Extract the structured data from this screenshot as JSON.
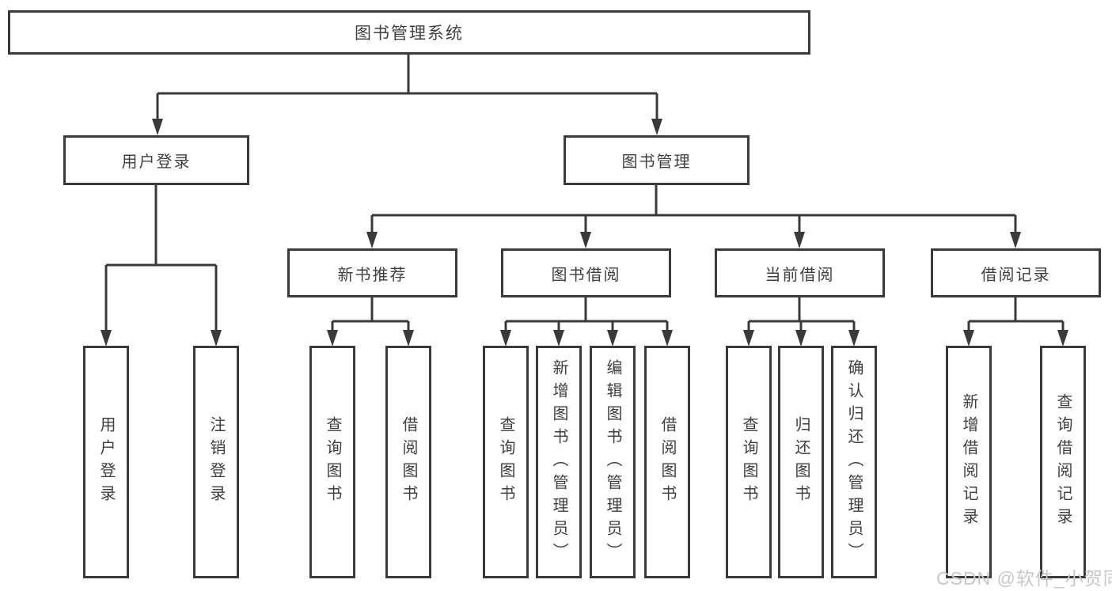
{
  "colors": {
    "line": "#3a3a3a",
    "text": "#3f3f3f",
    "background": "#ffffff",
    "watermark": "#c8c8c8"
  },
  "tree": {
    "root": {
      "label": "图书管理系统"
    },
    "branches": [
      {
        "label": "用户登录",
        "children": [
          {
            "label": "用户登录"
          },
          {
            "label": "注销登录"
          }
        ]
      },
      {
        "label": "图书管理",
        "children": [
          {
            "label": "新书推荐",
            "children": [
              {
                "label": "查询图书"
              },
              {
                "label": "借阅图书"
              }
            ]
          },
          {
            "label": "图书借阅",
            "children": [
              {
                "label": "查询图书"
              },
              {
                "label": "新增图书（管理员）"
              },
              {
                "label": "编辑图书（管理员）"
              },
              {
                "label": "借阅图书"
              }
            ]
          },
          {
            "label": "当前借阅",
            "children": [
              {
                "label": "查询图书"
              },
              {
                "label": "归还图书"
              },
              {
                "label": "确认归还（管理员）"
              }
            ]
          },
          {
            "label": "借阅记录",
            "children": [
              {
                "label": "新增借阅记录"
              },
              {
                "label": "查询借阅记录"
              }
            ]
          }
        ]
      }
    ]
  },
  "watermark": {
    "text": "CSDN @软件_小贺同学"
  }
}
